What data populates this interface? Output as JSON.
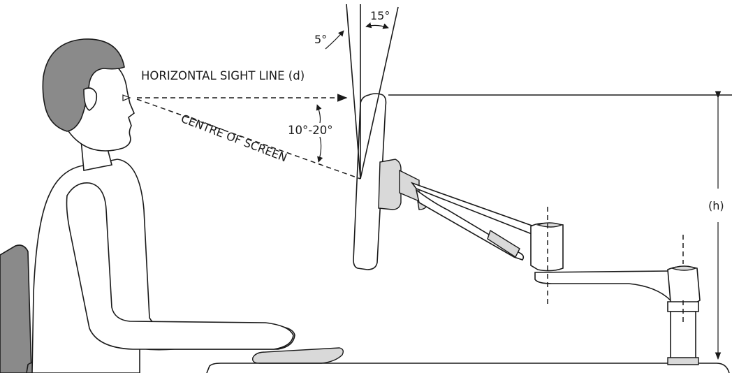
{
  "labels": {
    "angle_back": "5°",
    "angle_forward": "15°",
    "sight_line": "HORIZONTAL SIGHT LINE (d)",
    "angle_down": "10°-20°",
    "centre": "CENTRE OF SCREEN",
    "height": "(h)"
  },
  "colors": {
    "line": "#1a1a1a",
    "fill_grey": "#8a8a8a",
    "fill_light": "#d9d9d9"
  }
}
